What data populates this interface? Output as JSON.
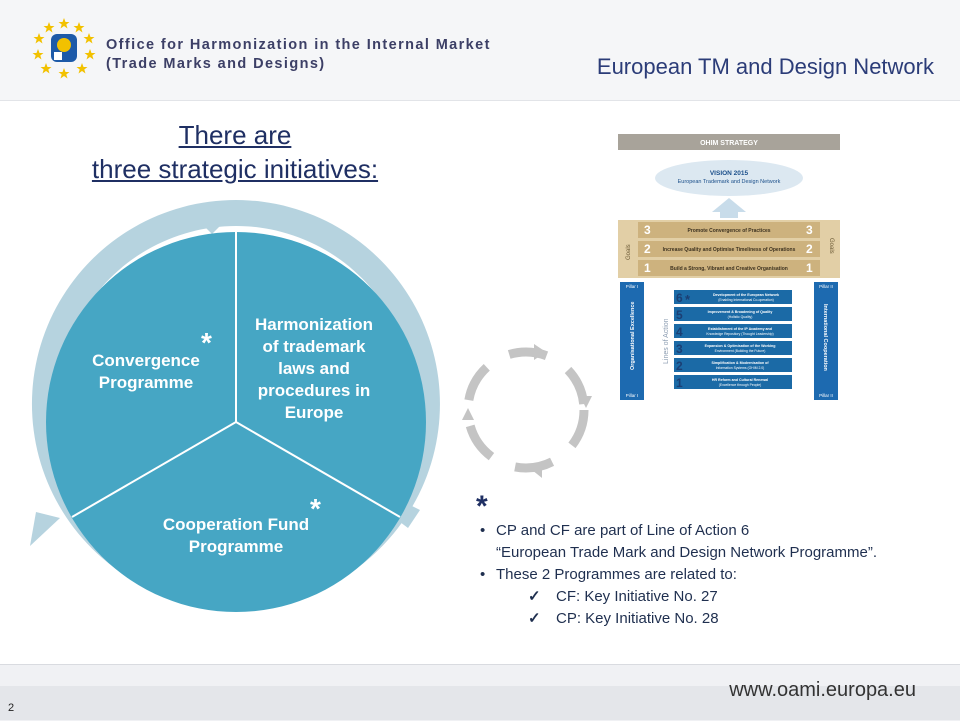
{
  "header": {
    "org_line1": "Office for Harmonization in the Internal Market",
    "org_line2": "(Trade Marks and Designs)",
    "network_title": "European TM and Design Network"
  },
  "heading": {
    "line1": "There are",
    "line2": "three strategic initiatives:"
  },
  "cycle": {
    "segment_1": [
      "Harmonization",
      "of trademark",
      "laws and",
      "procedures in",
      "Europe"
    ],
    "segment_2": [
      "Cooperation Fund",
      "Programme"
    ],
    "segment_3": [
      "Convergence",
      "Programme"
    ],
    "marker": "*"
  },
  "strategy": {
    "header": "OHIM STRATEGY",
    "vision_title": "VISION 2015",
    "vision_subtitle": "European Trademark and Design Network",
    "goals_label": "Goals",
    "goals": [
      {
        "num": "3",
        "text": "Promote Convergence of Practices"
      },
      {
        "num": "2",
        "text": "Increase Quality and Optimise Timeliness of Operations"
      },
      {
        "num": "1",
        "text": "Build a Strong, Vibrant and Creative Organisation"
      }
    ],
    "pillar_1_label": "Pillar I",
    "pillar_1_text": "Organisational Excellence",
    "pillar_2_label": "Pillar II",
    "pillar_2_text": "International Cooperation",
    "lines_label": "Lines of Action",
    "actions": [
      {
        "num": "6",
        "line1": "Development of the European Network",
        "line2": "(Enabling International Co-operation)"
      },
      {
        "num": "5",
        "line1": "Improvement & Broadening of Quality",
        "line2": "(Holistic Quality)"
      },
      {
        "num": "4",
        "line1": "Establishment of the IP Academy and",
        "line2": "Knowledge Repository (Thought Leadership)"
      },
      {
        "num": "3",
        "line1": "Expansion & Optimisation of the Working",
        "line2": "Environment (Building the Future)"
      },
      {
        "num": "2",
        "line1": "Simplification & Modernisation of",
        "line2": "Information Systems (OHIM 2.0)"
      },
      {
        "num": "1",
        "line1": "HR Reform and Cultural Renewal",
        "line2": "(Excellence through People)"
      }
    ]
  },
  "notes": {
    "star": "*",
    "bullet_1_line1": "CP and CF are part of Line of Action 6",
    "bullet_1_line2": "“European Trade Mark and Design Network Programme”.",
    "bullet_2": "These 2 Programmes are related to:",
    "check_1": "CF: Key Initiative No. 27",
    "check_2": "CP: Key Initiative No. 28"
  },
  "footer": {
    "url": "www.oami.europa.eu",
    "page_number": "2"
  },
  "colors": {
    "pie_fill": "#46a6c4",
    "ring_fill": "#b6d3df",
    "small_arrows": "#c4c4c4",
    "title_navy": "#2b3c78",
    "action_blue": "#1b6aa6",
    "goal_tan": "#cdb27e"
  }
}
